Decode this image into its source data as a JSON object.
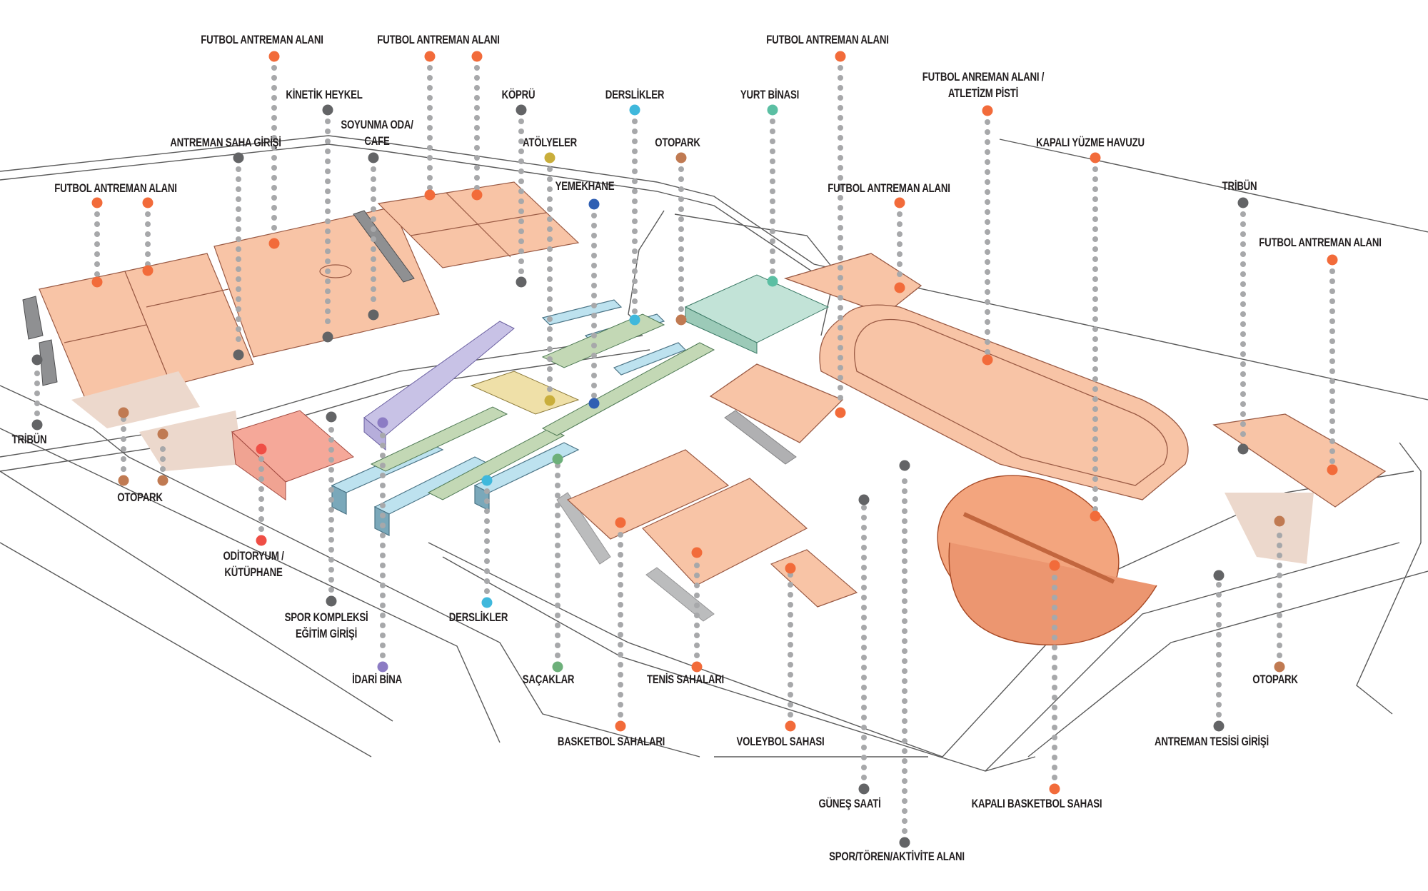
{
  "title": "Spor Kompleksi Vaziyet Planı — Aksonometrik Diyagram",
  "colors": {
    "sports_field": "#f26b3a",
    "field_fill": "#f8c4a6",
    "facility": "#636466",
    "classroom": "#3fb8dc",
    "dormitory": "#5bbfa3",
    "workshop": "#c9ae3b",
    "dining": "#2f5fb3",
    "parking": "#c07a52",
    "auditorium": "#ef4e45",
    "admin": "#8c7cc4",
    "canopy": "#6db07a",
    "leader": "#a7a8aa",
    "label_text": "#231f20"
  },
  "callouts": [
    {
      "id": "futbol-1",
      "lines": [
        "FUTBOL ANTREMAN ALANI"
      ],
      "category": "sports_field"
    },
    {
      "id": "futbol-2",
      "lines": [
        "FUTBOL ANTREMAN ALANI"
      ],
      "category": "sports_field",
      "dots": 2
    },
    {
      "id": "kinetik-heykel",
      "lines": [
        "KİNETİK HEYKEL"
      ],
      "category": "facility"
    },
    {
      "id": "kopru",
      "lines": [
        "KÖPRÜ"
      ],
      "category": "facility"
    },
    {
      "id": "derslikler-top",
      "lines": [
        "DERSLİKLER"
      ],
      "category": "classroom"
    },
    {
      "id": "yurt-binasi",
      "lines": [
        "YURT BİNASI"
      ],
      "category": "dormitory"
    },
    {
      "id": "futbol-3",
      "lines": [
        "FUTBOL ANTREMAN ALANI"
      ],
      "category": "sports_field"
    },
    {
      "id": "futbol-atletizm",
      "lines": [
        "FUTBOL ANREMAN ALANI /",
        "ATLETİZM PİSTİ"
      ],
      "category": "sports_field"
    },
    {
      "id": "antreman-saha-girisi",
      "lines": [
        "ANTREMAN SAHA GİRİŞİ"
      ],
      "category": "facility"
    },
    {
      "id": "soyunma-cafe",
      "lines": [
        "SOYUNMA ODA/",
        "CAFE"
      ],
      "category": "facility"
    },
    {
      "id": "atolyeler",
      "lines": [
        "ATÖLYELER"
      ],
      "category": "workshop"
    },
    {
      "id": "otopark-top",
      "lines": [
        "OTOPARK"
      ],
      "category": "parking"
    },
    {
      "id": "kapali-yuzme",
      "lines": [
        "KAPALI YÜZME HAVUZU"
      ],
      "category": "sports_field"
    },
    {
      "id": "futbol-left",
      "lines": [
        "FUTBOL ANTREMAN ALANI"
      ],
      "category": "sports_field",
      "dots": 2
    },
    {
      "id": "yemekhane",
      "lines": [
        "YEMEKHANE"
      ],
      "category": "dining"
    },
    {
      "id": "futbol-4",
      "lines": [
        "FUTBOL ANTREMAN ALANI"
      ],
      "category": "sports_field"
    },
    {
      "id": "tribun-right",
      "lines": [
        "TRİBÜN"
      ],
      "category": "facility"
    },
    {
      "id": "futbol-right",
      "lines": [
        "FUTBOL ANTREMAN ALANI"
      ],
      "category": "sports_field"
    },
    {
      "id": "tribun-left",
      "lines": [
        "TRİBÜN"
      ],
      "category": "facility"
    },
    {
      "id": "otopark-left",
      "lines": [
        "OTOPARK"
      ],
      "category": "parking",
      "dots": 2
    },
    {
      "id": "oditoryum",
      "lines": [
        "ODİTORYUM /",
        "KÜTÜPHANE"
      ],
      "category": "auditorium"
    },
    {
      "id": "spor-kompleksi-giris",
      "lines": [
        "SPOR KOMPLEKSİ",
        "EĞİTİM GİRİŞİ"
      ],
      "category": "facility"
    },
    {
      "id": "idari-bina",
      "lines": [
        "İDARİ BİNA"
      ],
      "category": "admin"
    },
    {
      "id": "derslikler-bottom",
      "lines": [
        "DERSLİKLER"
      ],
      "category": "classroom"
    },
    {
      "id": "sacaklar",
      "lines": [
        "SAÇAKLAR"
      ],
      "category": "canopy"
    },
    {
      "id": "basketbol",
      "lines": [
        "BASKETBOL SAHALARI"
      ],
      "category": "sports_field"
    },
    {
      "id": "tenis",
      "lines": [
        "TENİS SAHALARI"
      ],
      "category": "sports_field"
    },
    {
      "id": "voleybol",
      "lines": [
        "VOLEYBOL SAHASI"
      ],
      "category": "sports_field"
    },
    {
      "id": "gunes-saati",
      "lines": [
        "GÜNEŞ SAATİ"
      ],
      "category": "facility"
    },
    {
      "id": "spor-toren",
      "lines": [
        "SPOR/TÖREN/AKTİVİTE ALANI"
      ],
      "category": "facility"
    },
    {
      "id": "kapali-basketbol",
      "lines": [
        "KAPALI BASKETBOL SAHASI"
      ],
      "category": "sports_field"
    },
    {
      "id": "antreman-tesisi-girisi",
      "lines": [
        "ANTREMAN TESİSİ GİRİŞİ"
      ],
      "category": "facility"
    },
    {
      "id": "otopark-right",
      "lines": [
        "OTOPARK"
      ],
      "category": "parking"
    }
  ]
}
